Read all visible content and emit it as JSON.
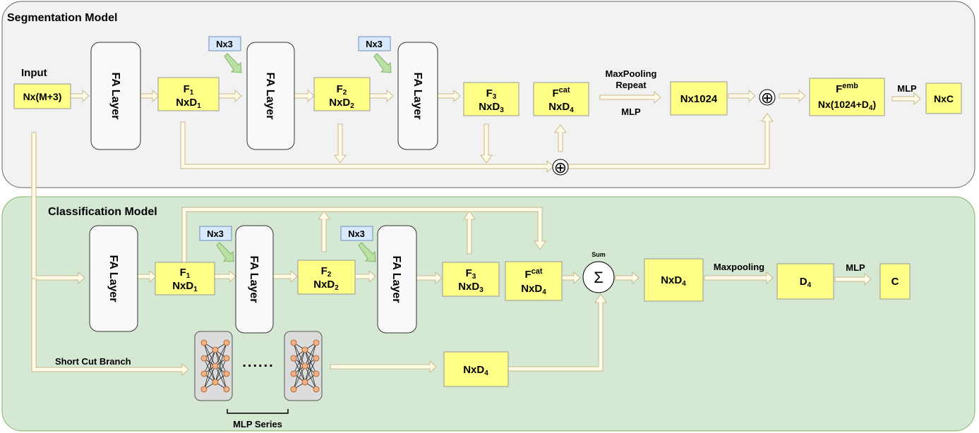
{
  "colors": {
    "yellow_box": "#ffff88",
    "blue_tag": "#dae8fc",
    "gray_panel": "#f2f2f2",
    "green_panel": "#d5e8d4",
    "arrow_fill": "#fffbe6",
    "arrow_stroke": "#c8b88a",
    "green_arrow": "#b9e0a5"
  },
  "segmentation": {
    "title": "Segmentation Model",
    "input_label": "Input",
    "input_box": "Nx(M+3)",
    "fa1": "FA Layer",
    "fa2": "FA Layer",
    "fa3": "FA Layer",
    "tag1": "Nx3",
    "tag2": "Nx3",
    "f1": {
      "name": "F",
      "sub": "1",
      "dim": "NxD",
      "dim_sub": "1"
    },
    "f2": {
      "name": "F",
      "sub": "2",
      "dim": "NxD",
      "dim_sub": "2"
    },
    "f3": {
      "name": "F",
      "sub": "3",
      "dim": "NxD",
      "dim_sub": "3"
    },
    "fcat": {
      "name": "F",
      "sup": "cat",
      "dim": "NxD",
      "dim_sub": "4"
    },
    "maxpool_label1": "MaxPooling",
    "maxpool_label2": "Repeat",
    "mlp_label_a": "MLP",
    "n1024": "Nx1024",
    "femb": {
      "name": "F",
      "sup": "emb",
      "dim": "Nx(1024+D",
      "dim_sub": "4",
      "dim_end": ")"
    },
    "mlp_label_b": "MLP",
    "nxc": "NxC"
  },
  "classification": {
    "title": "Classification Model",
    "fa1": "FA Layer",
    "fa2": "FA Layer",
    "fa3": "FA Layer",
    "tag1": "Nx3",
    "tag2": "Nx3",
    "f1": {
      "name": "F",
      "sub": "1",
      "dim": "NxD",
      "dim_sub": "1"
    },
    "f2": {
      "name": "F",
      "sub": "2",
      "dim": "NxD",
      "dim_sub": "2"
    },
    "f3": {
      "name": "F",
      "sub": "3",
      "dim": "NxD",
      "dim_sub": "3"
    },
    "fcat": {
      "name": "F",
      "sup": "cat",
      "dim": "NxD",
      "dim_sub": "4"
    },
    "sum_label": "Sum",
    "sum_symbol": "Σ",
    "nxd4_main": {
      "dim": "NxD",
      "dim_sub": "4"
    },
    "maxpooling_label": "Maxpooling",
    "d4": {
      "name": "D",
      "sub": "4"
    },
    "mlp_label": "MLP",
    "c": "C",
    "shortcut_label": "Short Cut Branch",
    "dots": "......",
    "mlp_series_label": "MLP Series",
    "nxd4_short": {
      "dim": "NxD",
      "dim_sub": "4"
    }
  },
  "plus_symbol": "⊕"
}
